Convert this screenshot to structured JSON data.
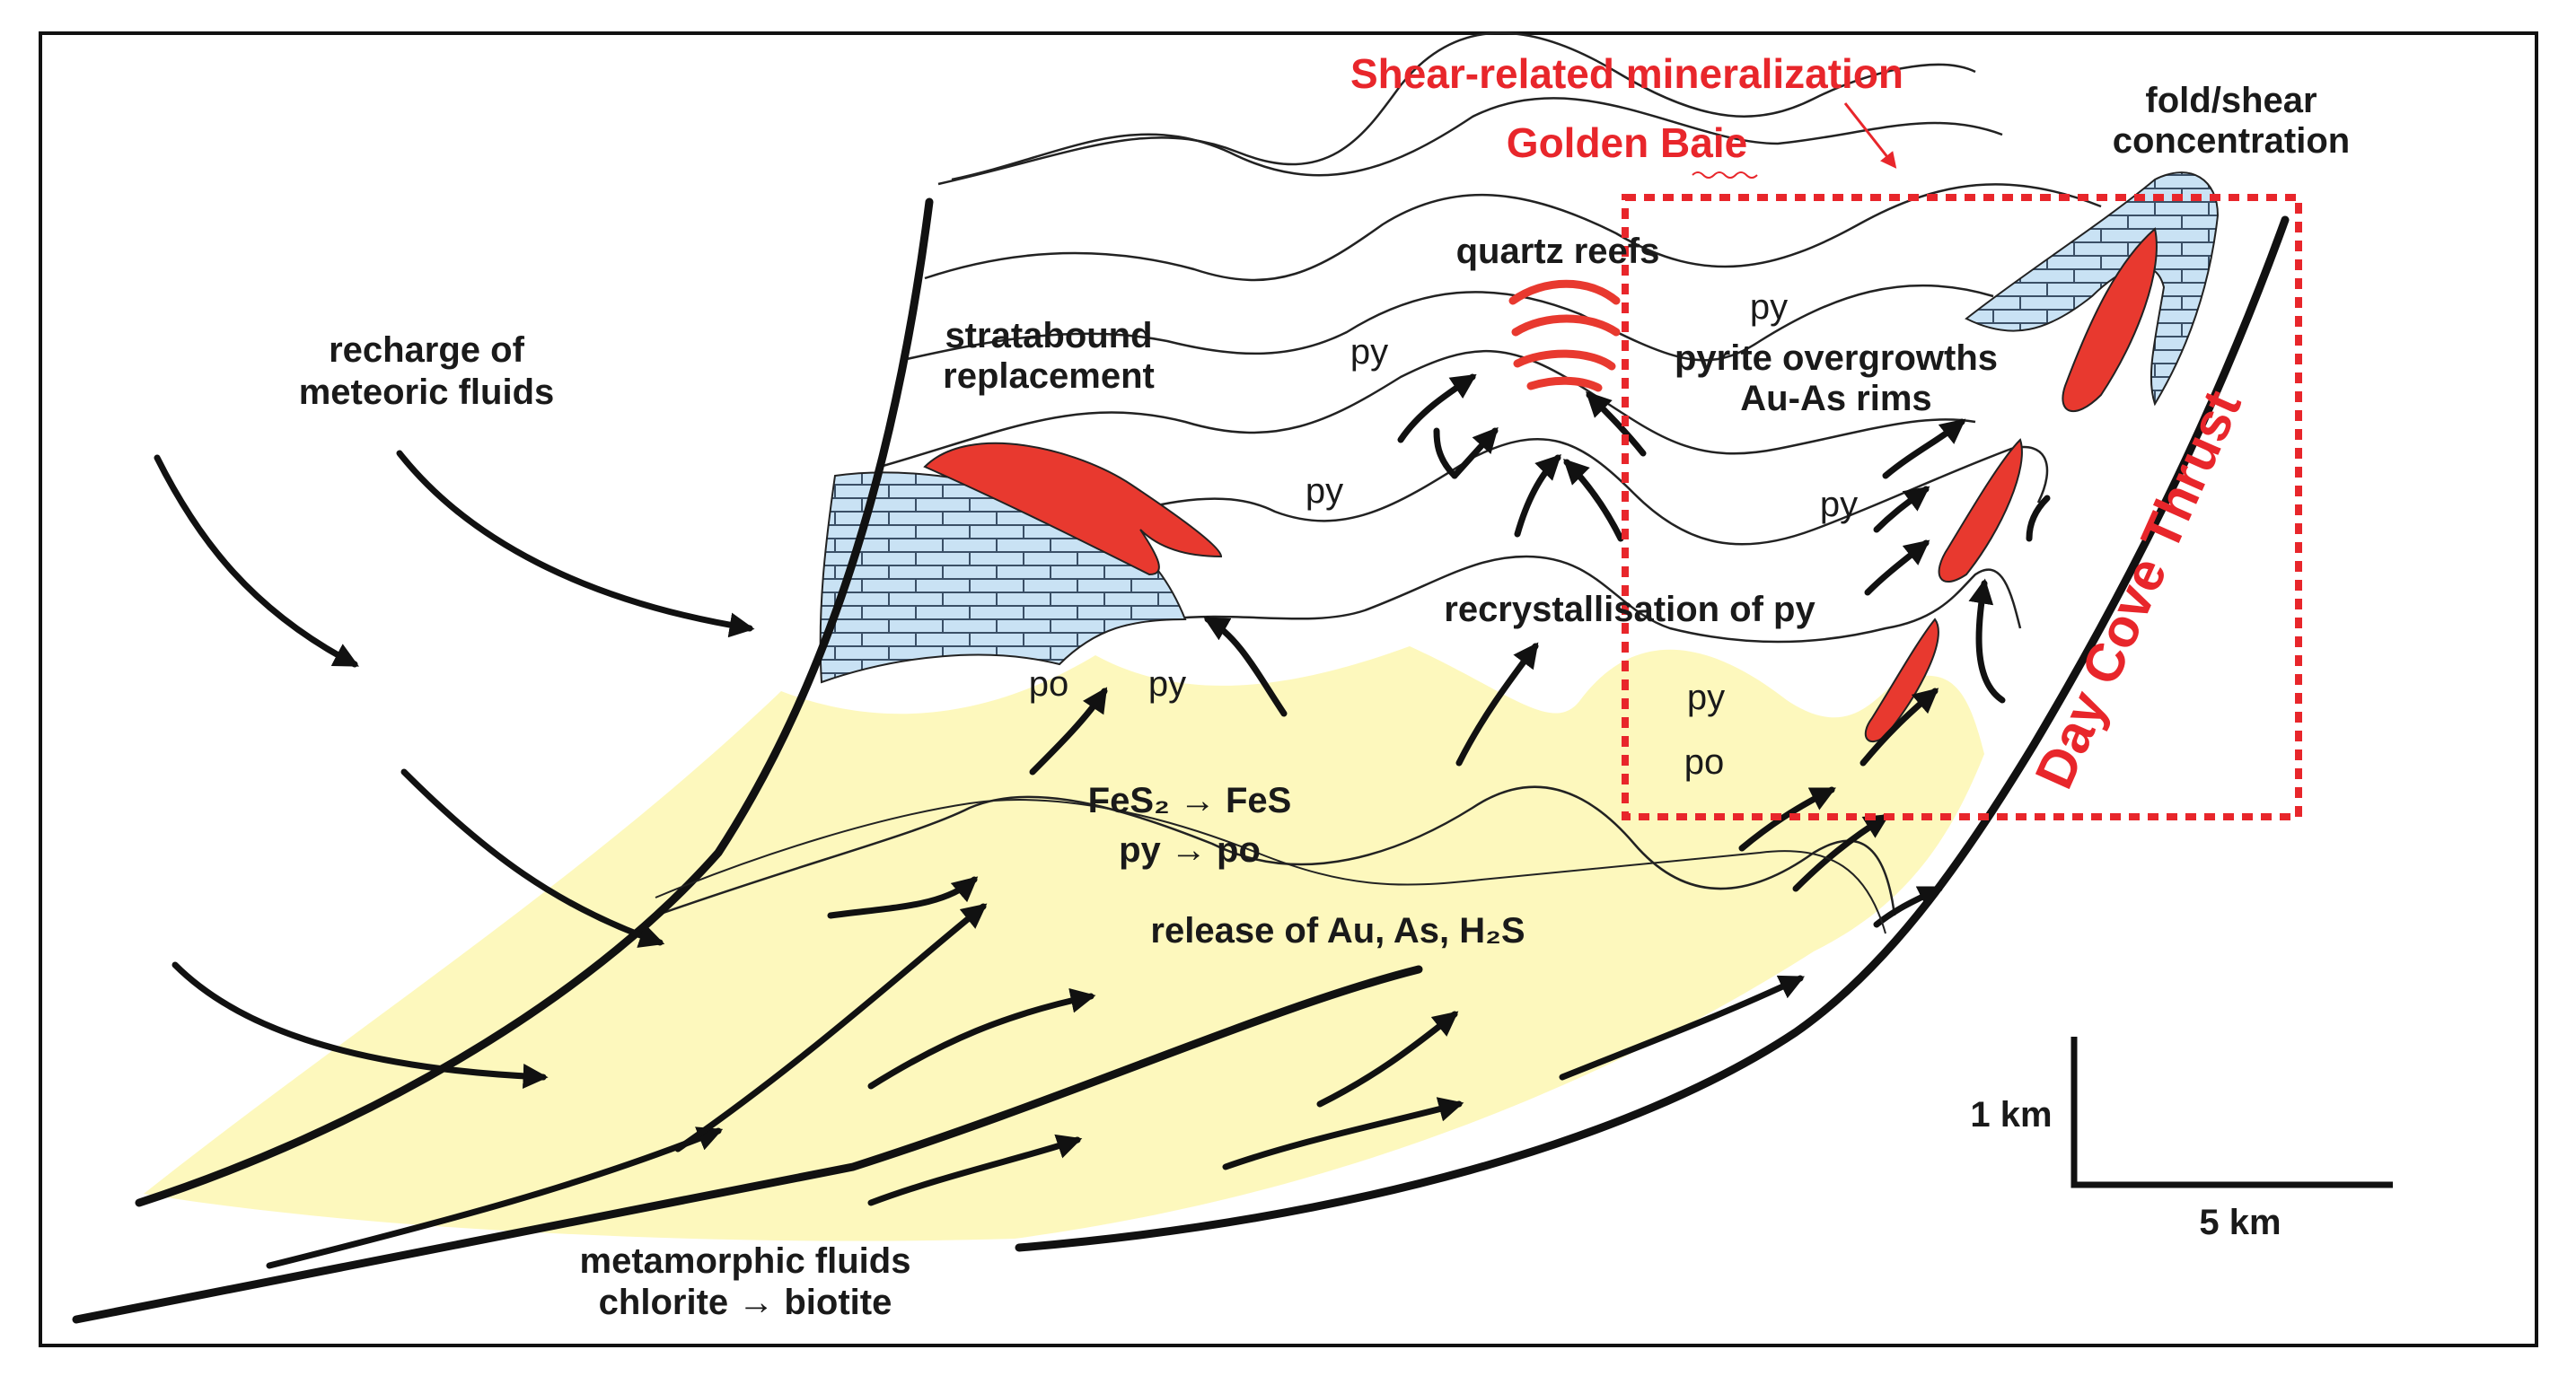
{
  "labels": {
    "recharge": [
      "recharge of",
      "meteoric fluids"
    ],
    "stratabound": [
      "stratabound",
      "replacement"
    ],
    "quartz_reefs": "quartz reefs",
    "pyrite_overgrowths": [
      "pyrite overgrowths",
      "Au-As rims"
    ],
    "fold_shear": [
      "fold/shear",
      "concentration"
    ],
    "recrystallisation": "recrystallisation of py",
    "fes2": "FeS₂ → FeS",
    "py_po": "py → po",
    "release": "release of Au, As, H₂S",
    "metamorphic": [
      "metamorphic fluids",
      "chlorite → biotite"
    ],
    "py": "py",
    "po": "po"
  },
  "annotations": {
    "shear_related": "Shear-related mineralization",
    "golden_baie": "Golden Baie",
    "day_cove_thrust": "Day Cove Thrust"
  },
  "scale_bar": {
    "vertical": "1 km",
    "horizontal": "5 km"
  },
  "colors": {
    "annotation_red": "#e8262b",
    "ore_red": "#e8392f",
    "metamorphic_yellow": "#fdf8bd",
    "limestone_blue": "#c9e2f4"
  }
}
